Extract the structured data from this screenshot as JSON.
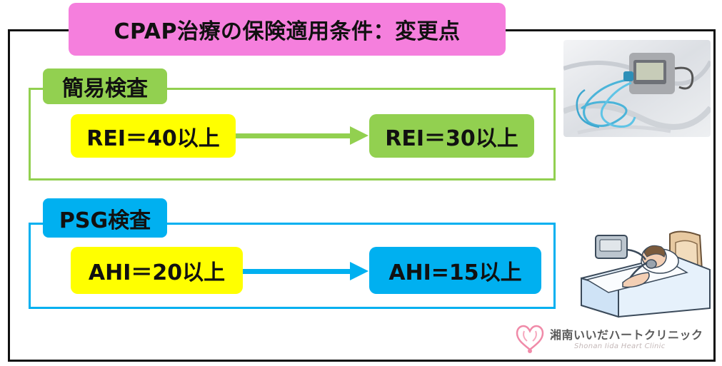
{
  "title": "CPAP治療の保険適用条件：変更点",
  "sections": [
    {
      "label": "簡易検査",
      "before": "REI＝40以上",
      "after": "REI＝30以上"
    },
    {
      "label": "PSG検査",
      "before": "AHI＝20以上",
      "after": "AHI=15以上"
    }
  ],
  "logo": {
    "name_jp": "湘南いいだハートクリニック",
    "name_en": "Shonan Iida Heart Clinic"
  },
  "colors": {
    "title_bg": "#f57fdd",
    "green": "#92d050",
    "blue": "#00b0f0",
    "yellow": "#ffff00"
  }
}
